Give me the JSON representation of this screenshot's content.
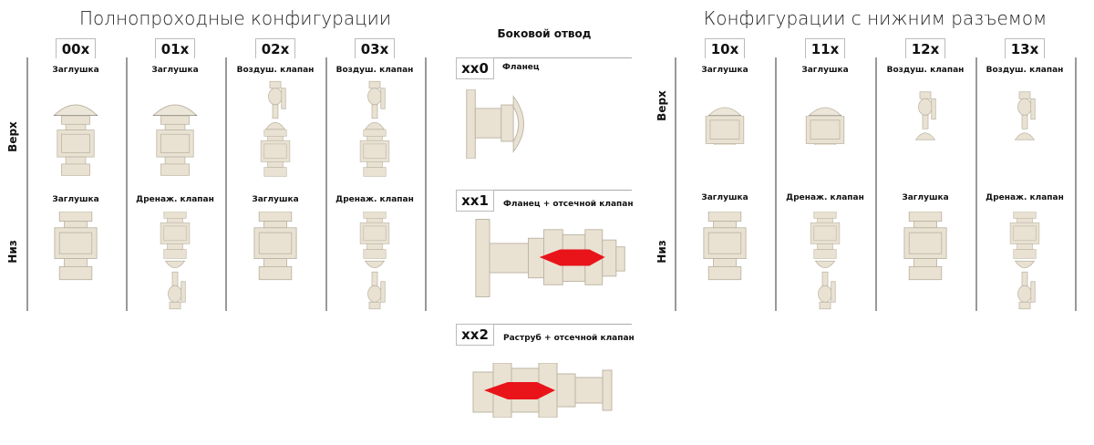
{
  "left": {
    "title": "Полнопроходные конфигурации",
    "row_labels": {
      "top": "Верх",
      "bottom": "Низ"
    },
    "columns": [
      {
        "code": "00x",
        "top": "Заглушка",
        "bottom": "Заглушка"
      },
      {
        "code": "01x",
        "top": "Заглушка",
        "bottom": "Дренаж. клапан"
      },
      {
        "code": "02x",
        "top": "Воздуш. клапан",
        "bottom": "Заглушка"
      },
      {
        "code": "03x",
        "top": "Воздуш. клапан",
        "bottom": "Дренаж. клапан"
      }
    ]
  },
  "middle": {
    "title": "Боковой отвод",
    "items": [
      {
        "code": "xx0",
        "label": "Фланец"
      },
      {
        "code": "xx1",
        "label": "Фланец + отсечной клапан"
      },
      {
        "code": "xx2",
        "label": "Раструб + отсечной клапан"
      }
    ]
  },
  "right": {
    "title": "Конфигурации с нижним разъемом",
    "row_labels": {
      "top": "Верх",
      "bottom": "Низ"
    },
    "columns": [
      {
        "code": "10x",
        "top": "Заглушка",
        "bottom": "Заглушка"
      },
      {
        "code": "11x",
        "top": "Заглушка",
        "bottom": "Дренаж. клапан"
      },
      {
        "code": "12x",
        "top": "Воздуш. клапан",
        "bottom": "Заглушка"
      },
      {
        "code": "13x",
        "top": "Воздуш. клапан",
        "bottom": "Дренаж. клапан"
      }
    ]
  },
  "colors": {
    "part": "#e9e2d3",
    "edge": "#b9b1a0",
    "valve": "#e8141a"
  }
}
